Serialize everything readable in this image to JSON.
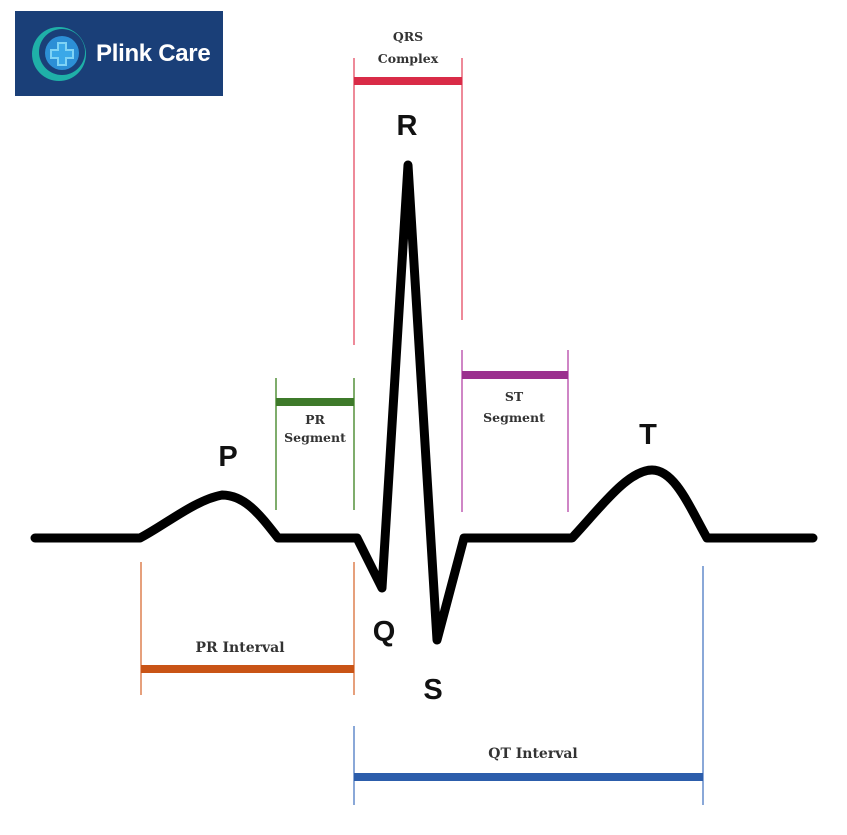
{
  "logo": {
    "brand_name": "Plink Care",
    "background_color": "#1a3f78",
    "icon": "medical-cross-globe-icon"
  },
  "waves": {
    "p": "P",
    "q": "Q",
    "r": "R",
    "s": "S",
    "t": "T"
  },
  "brackets": {
    "qrs_complex": {
      "line1": "QRS",
      "line2": "Complex",
      "color": "#d92b47"
    },
    "pr_segment": {
      "line1": "PR",
      "line2": "Segment",
      "color": "#3e7a2a"
    },
    "st_segment": {
      "line1": "ST",
      "line2": "Segment",
      "color": "#9b2f8e"
    },
    "pr_interval": {
      "label": "PR Interval",
      "color": "#c95416"
    },
    "qt_interval": {
      "label": "QT Interval",
      "color": "#2c5dab"
    }
  },
  "trace_color": "#000000"
}
